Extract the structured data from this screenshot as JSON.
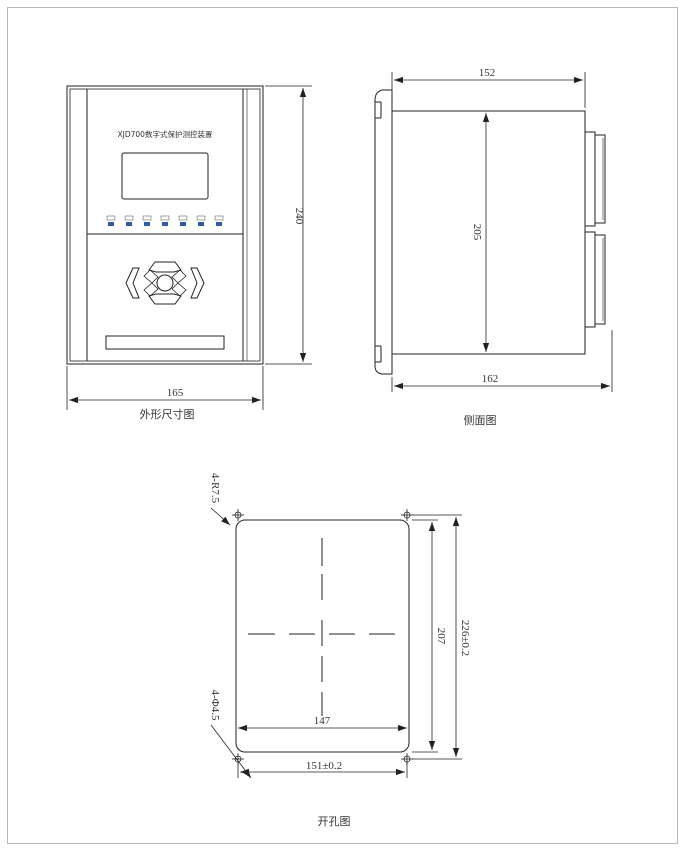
{
  "front_view": {
    "device_title": "XJD700数字式保护测控装置",
    "width_dim": "165",
    "height_dim": "240",
    "caption": "外形尺寸图"
  },
  "side_view": {
    "top_dim": "152",
    "bottom_dim": "162",
    "height_dim": "205",
    "caption": "侧面图"
  },
  "cutout_view": {
    "corner_radius_label": "4-R7.5",
    "hole_label": "4-Φ4.5",
    "inner_width_dim": "147",
    "outer_width_dim": "151±0.2",
    "inner_height_dim": "207",
    "outer_height_dim": "226±0.2",
    "caption": "开孔图"
  },
  "colors": {
    "line": "#222222",
    "frame": "#b8b8b8"
  }
}
